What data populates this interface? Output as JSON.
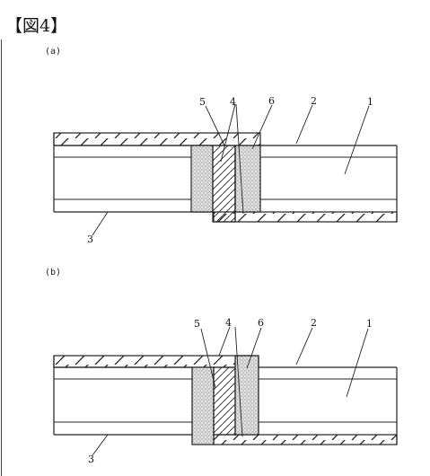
{
  "figure": {
    "title": "【図4】"
  },
  "panels": [
    {
      "id": "a",
      "label": "(a)",
      "labels": {
        "l5": "5",
        "l4": "4",
        "l6": "6",
        "l2": "2",
        "l1": "1",
        "l3": "3"
      }
    },
    {
      "id": "b",
      "label": "(b)",
      "labels": {
        "l5": "5",
        "l4": "4",
        "l6": "6",
        "l2": "2",
        "l1": "1",
        "l3": "3"
      }
    }
  ]
}
